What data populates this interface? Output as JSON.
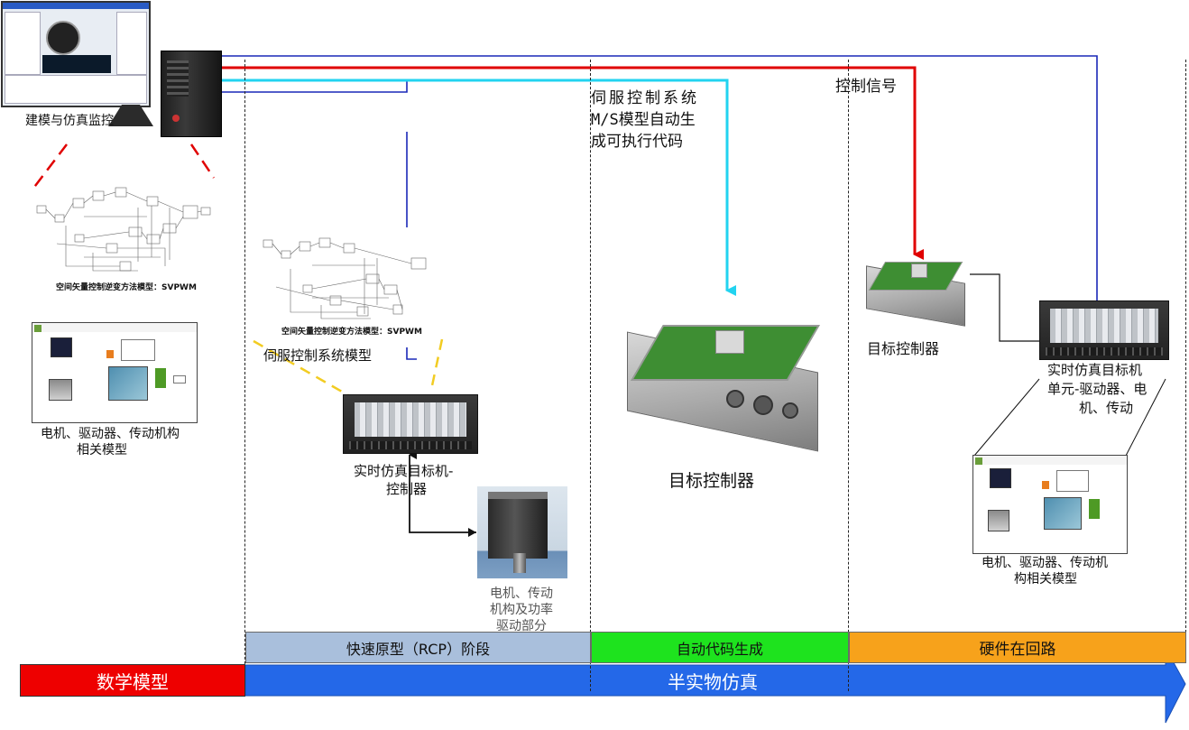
{
  "title": "",
  "labels": {
    "modeling_monitor": "建模与仿真监控",
    "svpwm_model_1": "空间矢量控制逆变方法模型：SVPWM",
    "svpwm_model_2": "空间矢量控制逆变方法模型：SVPWM",
    "motor_model_left_1": "电机、驱动器、传动机构",
    "motor_model_left_2": "相关模型",
    "servo_model": "伺服控制系统模型",
    "rt_target_controller_1": "实时仿真目标机-",
    "rt_target_controller_2": "控制器",
    "motor_parts_1": "电机、传动",
    "motor_parts_2": "机构及功率",
    "motor_parts_3": "驱动部分",
    "servo_autogen_1": "伺服控制系统",
    "servo_autogen_2": "M/S模型自动生",
    "servo_autogen_3": "成可执行代码",
    "target_controller_big": "目标控制器",
    "control_signal": "控制信号",
    "target_controller_small": "目标控制器",
    "rt_target_unit_1": "实时仿真目标机",
    "rt_target_unit_2": "单元-驱动器、电",
    "rt_target_unit_3": "机、传动",
    "motor_model_right_1": "电机、驱动器、传动机",
    "motor_model_right_2": "构相关模型"
  },
  "stages": {
    "rcp": "快速原型（RCP）阶段",
    "autocode": "自动代码生成",
    "hil": "硬件在回路"
  },
  "bottom": {
    "math_model": "数学模型",
    "semi_physical": "半实物仿真"
  },
  "colors": {
    "red": "#e00000",
    "cyan": "#22d3f0",
    "blue": "#1a28b8",
    "stage_rcp": "#a9bfdc",
    "stage_auto": "#1ee31e",
    "stage_hil": "#f7a21b",
    "arrow_blue": "#2468e8"
  }
}
